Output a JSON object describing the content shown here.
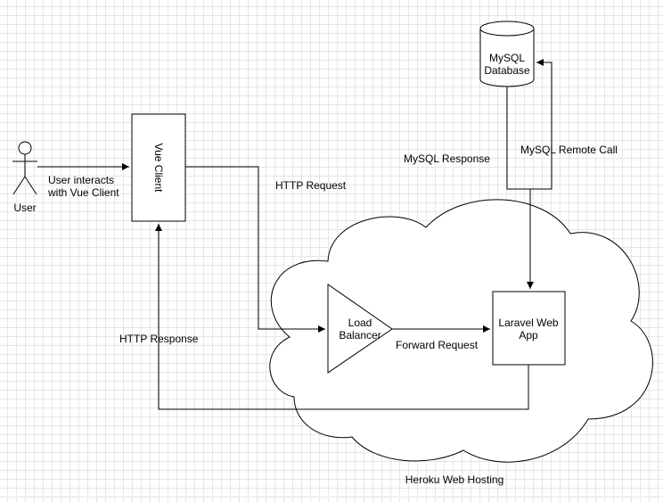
{
  "nodes": {
    "user": "User",
    "vue_client": "Vue Client",
    "mysql_line1": "MySQL",
    "mysql_line2": "Database",
    "load_balancer_line1": "Load",
    "load_balancer_line2": "Balancer",
    "laravel_line1": "Laravel Web",
    "laravel_line2": "App",
    "heroku": "Heroku Web Hosting"
  },
  "edges": {
    "user_interacts_line1": "User interacts",
    "user_interacts_line2": "with Vue Client",
    "http_request": "HTTP Request",
    "http_response": "HTTP Response",
    "forward_request": "Forward Request",
    "mysql_response": "MySQL Response",
    "mysql_remote_call": "MySQL Remote Call"
  }
}
